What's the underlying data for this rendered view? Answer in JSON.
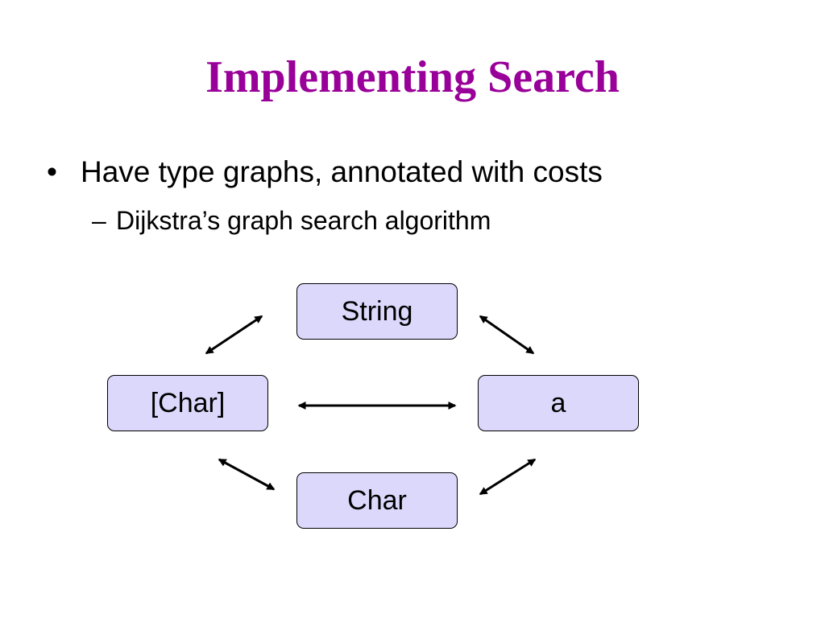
{
  "slide": {
    "title": "Implementing Search",
    "title_color": "#990099",
    "bullets": [
      {
        "marker": "•",
        "text": "Have type graphs, annotated with costs",
        "sub": [
          {
            "marker": "–",
            "text": "Dijkstra’s graph search algorithm"
          }
        ]
      }
    ]
  },
  "diagram": {
    "node_fill": "#dcd8fb",
    "nodes": [
      {
        "id": "string",
        "label": "String"
      },
      {
        "id": "charlist",
        "label": "[Char]"
      },
      {
        "id": "a",
        "label": "a"
      },
      {
        "id": "char",
        "label": "Char"
      }
    ],
    "edges": [
      {
        "from": "charlist",
        "to": "string",
        "style": "double-headed-arrow"
      },
      {
        "from": "string",
        "to": "a",
        "style": "double-headed-arrow"
      },
      {
        "from": "charlist",
        "to": "a",
        "style": "double-headed-arrow"
      },
      {
        "from": "charlist",
        "to": "char",
        "style": "double-headed-arrow"
      },
      {
        "from": "char",
        "to": "a",
        "style": "double-headed-arrow"
      }
    ]
  }
}
